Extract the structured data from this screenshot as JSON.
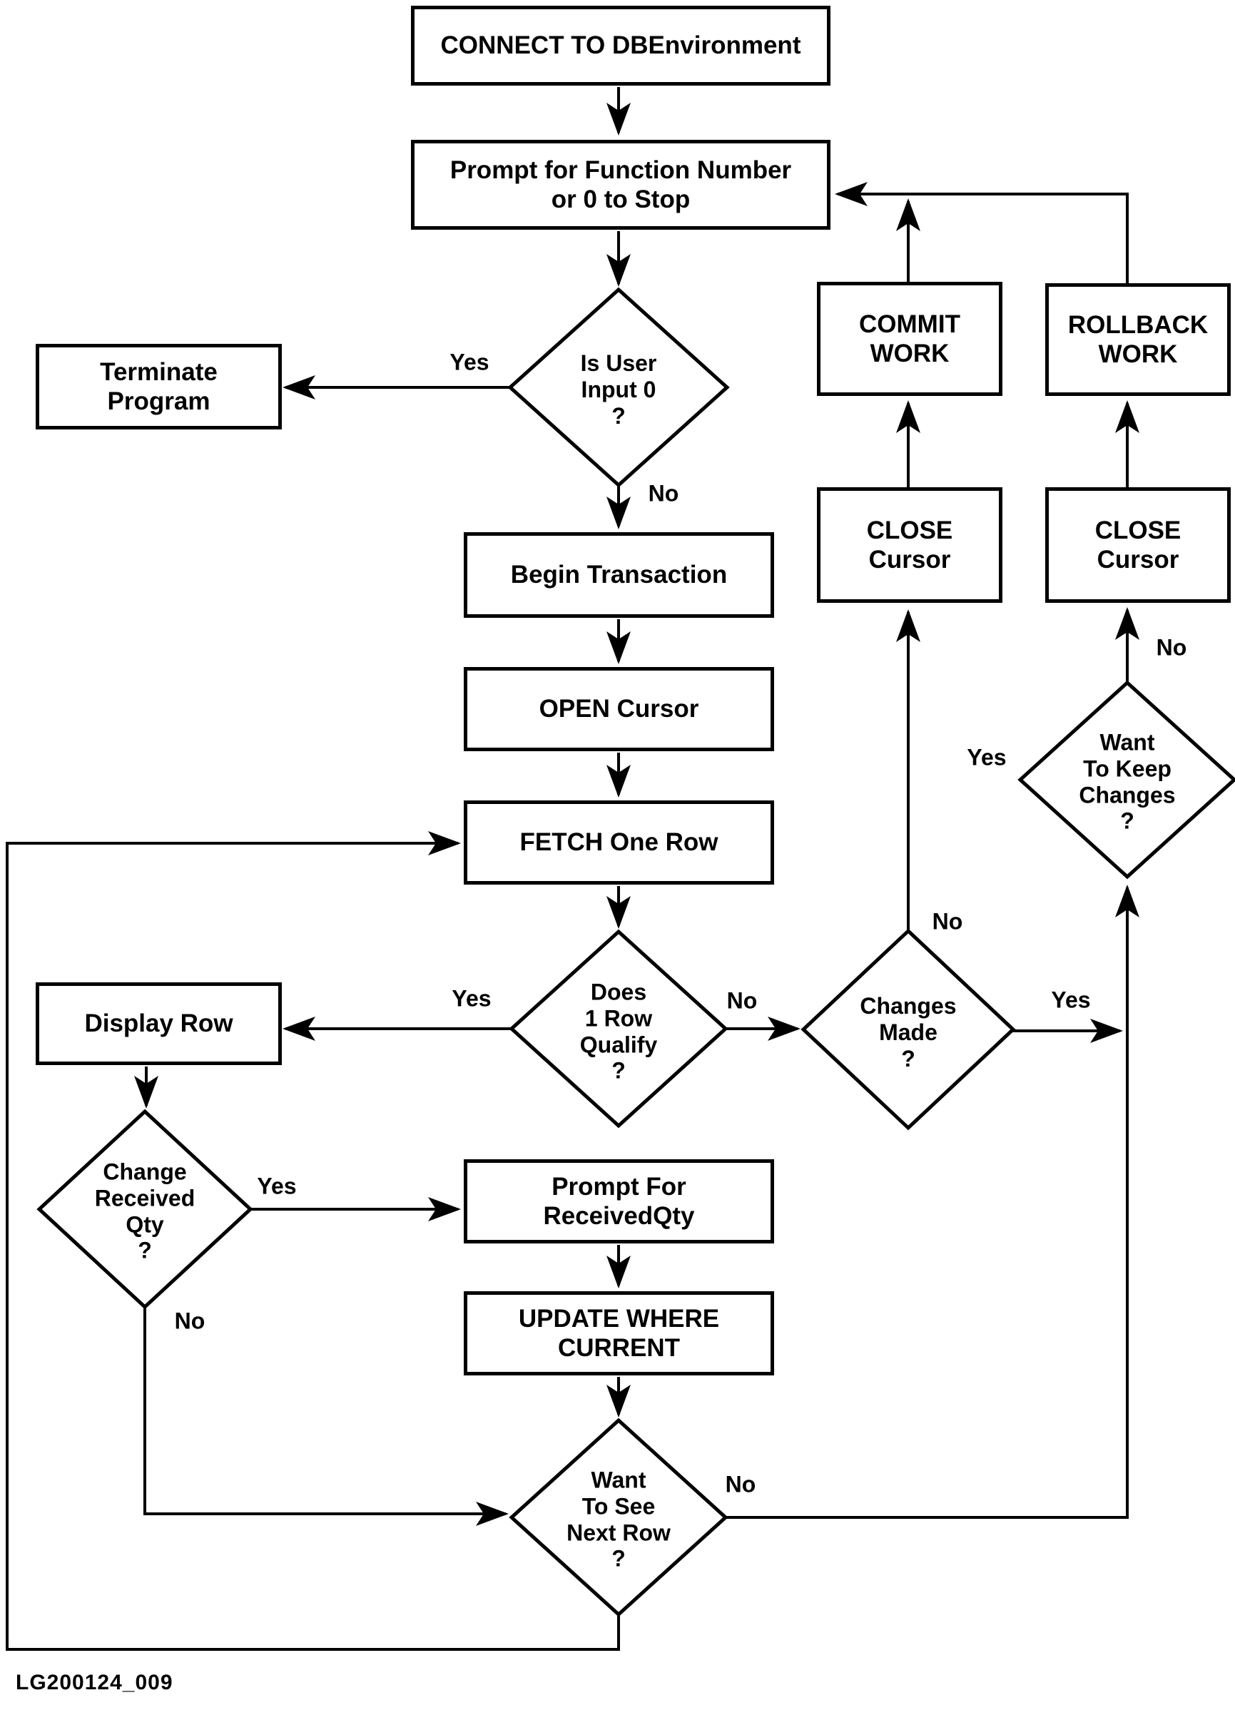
{
  "caption": "LG200124_009",
  "colors": {
    "ink": "#000000",
    "paper": "#ffffff"
  },
  "nodes": {
    "connect": "CONNECT TO DBEnvironment",
    "prompt": "Prompt for Function Number\nor 0 to Stop",
    "terminate": "Terminate\nProgram",
    "begin": "Begin Transaction",
    "open": "OPEN Cursor",
    "fetch": "FETCH One Row",
    "display": "Display Row",
    "prompt_qty": "Prompt For\nReceivedQty",
    "update": "UPDATE WHERE\nCURRENT",
    "commit": "COMMIT\nWORK",
    "rollback": "ROLLBACK\nWORK",
    "close_left": "CLOSE\nCursor",
    "close_right": "CLOSE\nCursor"
  },
  "decisions": {
    "is_user_input_0": "Is User\nInput 0\n?",
    "does_1_row_qualify": "Does\n1 Row\nQualify\n?",
    "changes_made": "Changes\nMade\n?",
    "want_to_keep_changes": "Want\nTo Keep\nChanges\n?",
    "change_received_qty": "Change\nReceived\nQty\n?",
    "want_to_see_next_row": "Want\nTo See\nNext Row\n?"
  },
  "edge_labels": {
    "input0_yes": "Yes",
    "input0_no": "No",
    "qualify_yes": "Yes",
    "qualify_no": "No",
    "changes_no": "No",
    "changes_yes": "Yes",
    "keep_yes": "Yes",
    "keep_no": "No",
    "chqty_yes": "Yes",
    "chqty_no": "No",
    "nextrow_no": "No"
  }
}
